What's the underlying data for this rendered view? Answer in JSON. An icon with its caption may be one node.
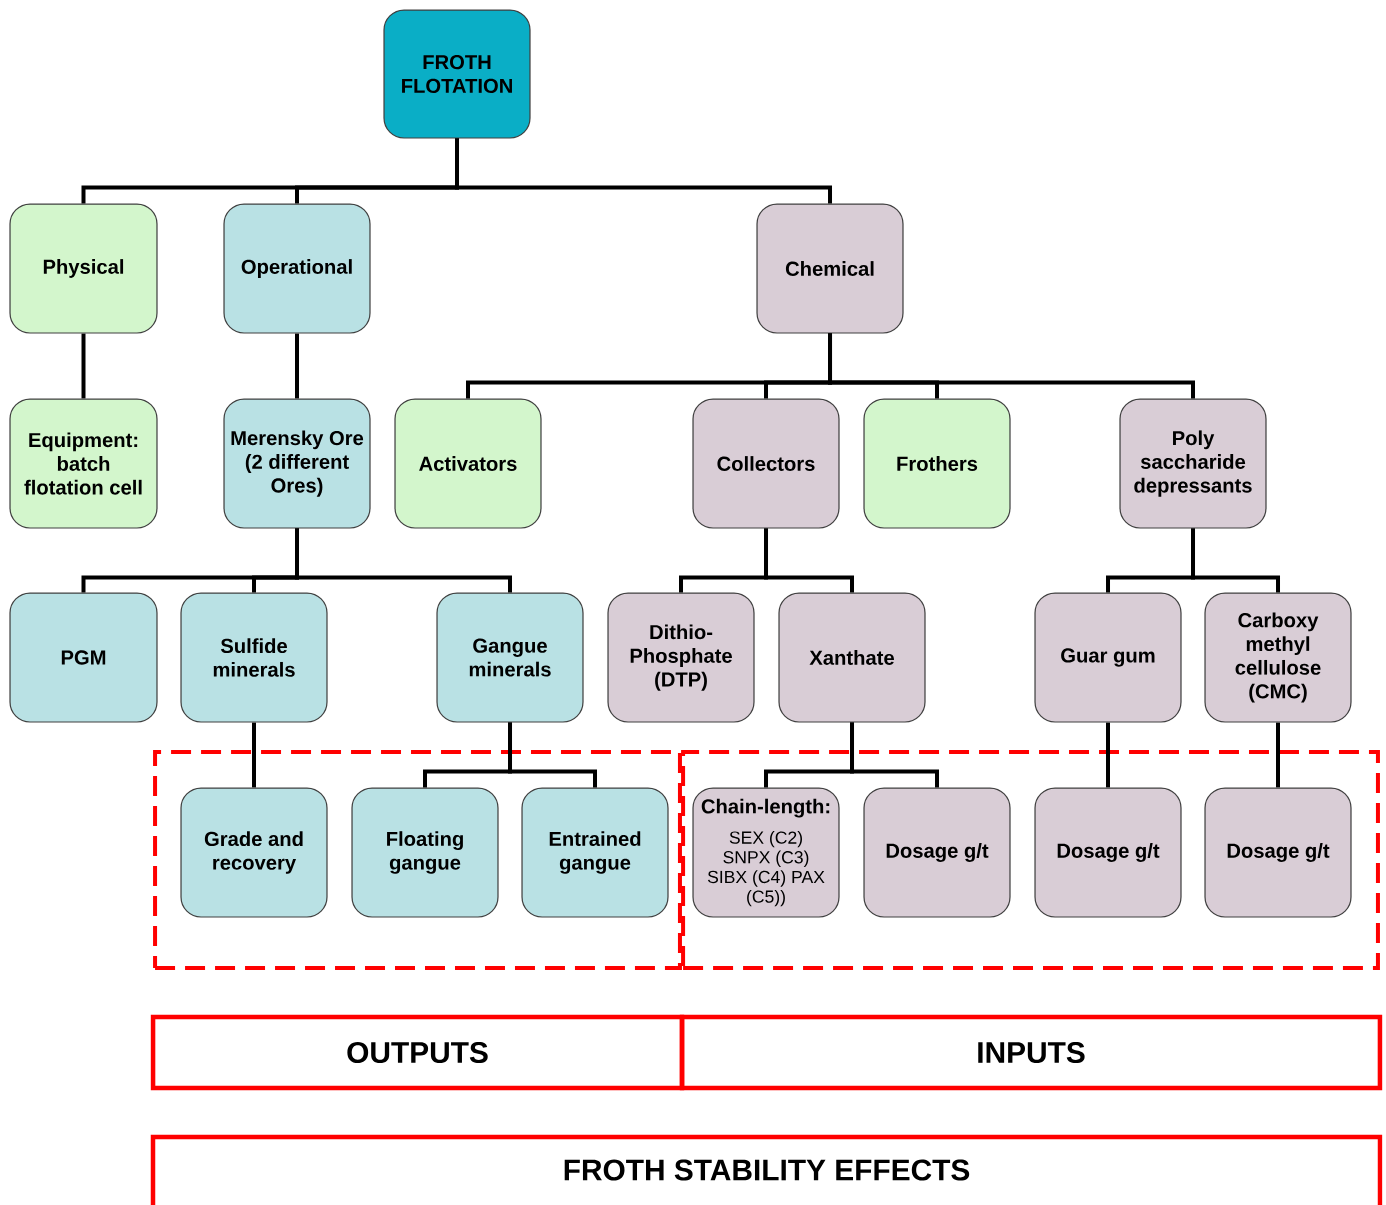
{
  "diagram": {
    "nodes": [
      {
        "text": [
          "FROTH FLOTATION"
        ]
      },
      {
        "text": [
          "Physical"
        ]
      },
      {
        "text": [
          "Operational"
        ]
      },
      {
        "text": [
          "Chemical"
        ]
      },
      {
        "text": [
          "Equipment: batch flotation cell"
        ]
      },
      {
        "text": [
          "Merensky Ore (2 different Ores)"
        ]
      },
      {
        "text": [
          "Activators"
        ]
      },
      {
        "text": [
          "Collectors"
        ]
      },
      {
        "text": [
          "Frothers"
        ]
      },
      {
        "text": [
          "Poly saccharide depressants"
        ]
      },
      {
        "text": [
          "PGM"
        ]
      },
      {
        "text": [
          "Sulfide minerals"
        ]
      },
      {
        "text": [
          "Gangue minerals"
        ]
      },
      {
        "text": [
          "Dithio-Phosphate (DTP)"
        ]
      },
      {
        "text": [
          "Xanthate"
        ]
      },
      {
        "text": [
          "Guar gum"
        ]
      },
      {
        "text": [
          "Carboxy methyl cellulose (CMC)"
        ]
      },
      {
        "text": [],
        "shape": "box"
      },
      {
        "text": [],
        "shape": "box"
      },
      {
        "text": [
          "Grade and recovery"
        ],
        "in": 17
      },
      {
        "text": [
          "Floating gangue"
        ],
        "in": 17
      },
      {
        "text": [
          "Entrained gangue"
        ],
        "in": 17
      },
      {
        "text": [
          "Chain-length:",
          "SEX (C2) SNPX (C3) SIBX (C4) PAX (C5))"
        ],
        "in": 18
      },
      {
        "text": [
          "Dosage g/t"
        ],
        "in": 18
      },
      {
        "text": [
          "Dosage g/t"
        ],
        "in": 18
      },
      {
        "text": [
          "Dosage g/t"
        ],
        "in": 18
      },
      {
        "text": [
          "OUTPUTS"
        ]
      },
      {
        "text": [
          "INPUTS"
        ]
      },
      {
        "text": [
          "FROTH STABILITY EFFECTS"
        ]
      }
    ],
    "edges": [
      {
        "from": 0,
        "to": 1,
        "arrow": "none"
      },
      {
        "from": 0,
        "to": 2,
        "arrow": "none"
      },
      {
        "from": 0,
        "to": 3,
        "arrow": "none"
      },
      {
        "from": 1,
        "to": 4,
        "arrow": "none"
      },
      {
        "from": 2,
        "to": 5,
        "arrow": "none"
      },
      {
        "from": 3,
        "to": 6,
        "arrow": "none"
      },
      {
        "from": 3,
        "to": 7,
        "arrow": "none"
      },
      {
        "from": 3,
        "to": 8,
        "arrow": "none"
      },
      {
        "from": 3,
        "to": 9,
        "arrow": "none"
      },
      {
        "from": 5,
        "to": 10,
        "arrow": "none"
      },
      {
        "from": 5,
        "to": 11,
        "arrow": "none"
      },
      {
        "from": 5,
        "to": 12,
        "arrow": "none"
      },
      {
        "from": 7,
        "to": 13,
        "arrow": "none"
      },
      {
        "from": 7,
        "to": 14,
        "arrow": "none"
      },
      {
        "from": 9,
        "to": 15,
        "arrow": "none"
      },
      {
        "from": 9,
        "to": 16,
        "arrow": "none"
      },
      {
        "from": 11,
        "to": 19,
        "arrow": "none"
      },
      {
        "from": 12,
        "to": 20,
        "arrow": "none"
      },
      {
        "from": 12,
        "to": 21,
        "arrow": "none"
      },
      {
        "from": 14,
        "to": 22,
        "arrow": "none"
      },
      {
        "from": 14,
        "to": 23,
        "arrow": "none"
      },
      {
        "from": 15,
        "to": 24,
        "arrow": "none"
      },
      {
        "from": 16,
        "to": 25,
        "arrow": "none"
      }
    ]
  }
}
